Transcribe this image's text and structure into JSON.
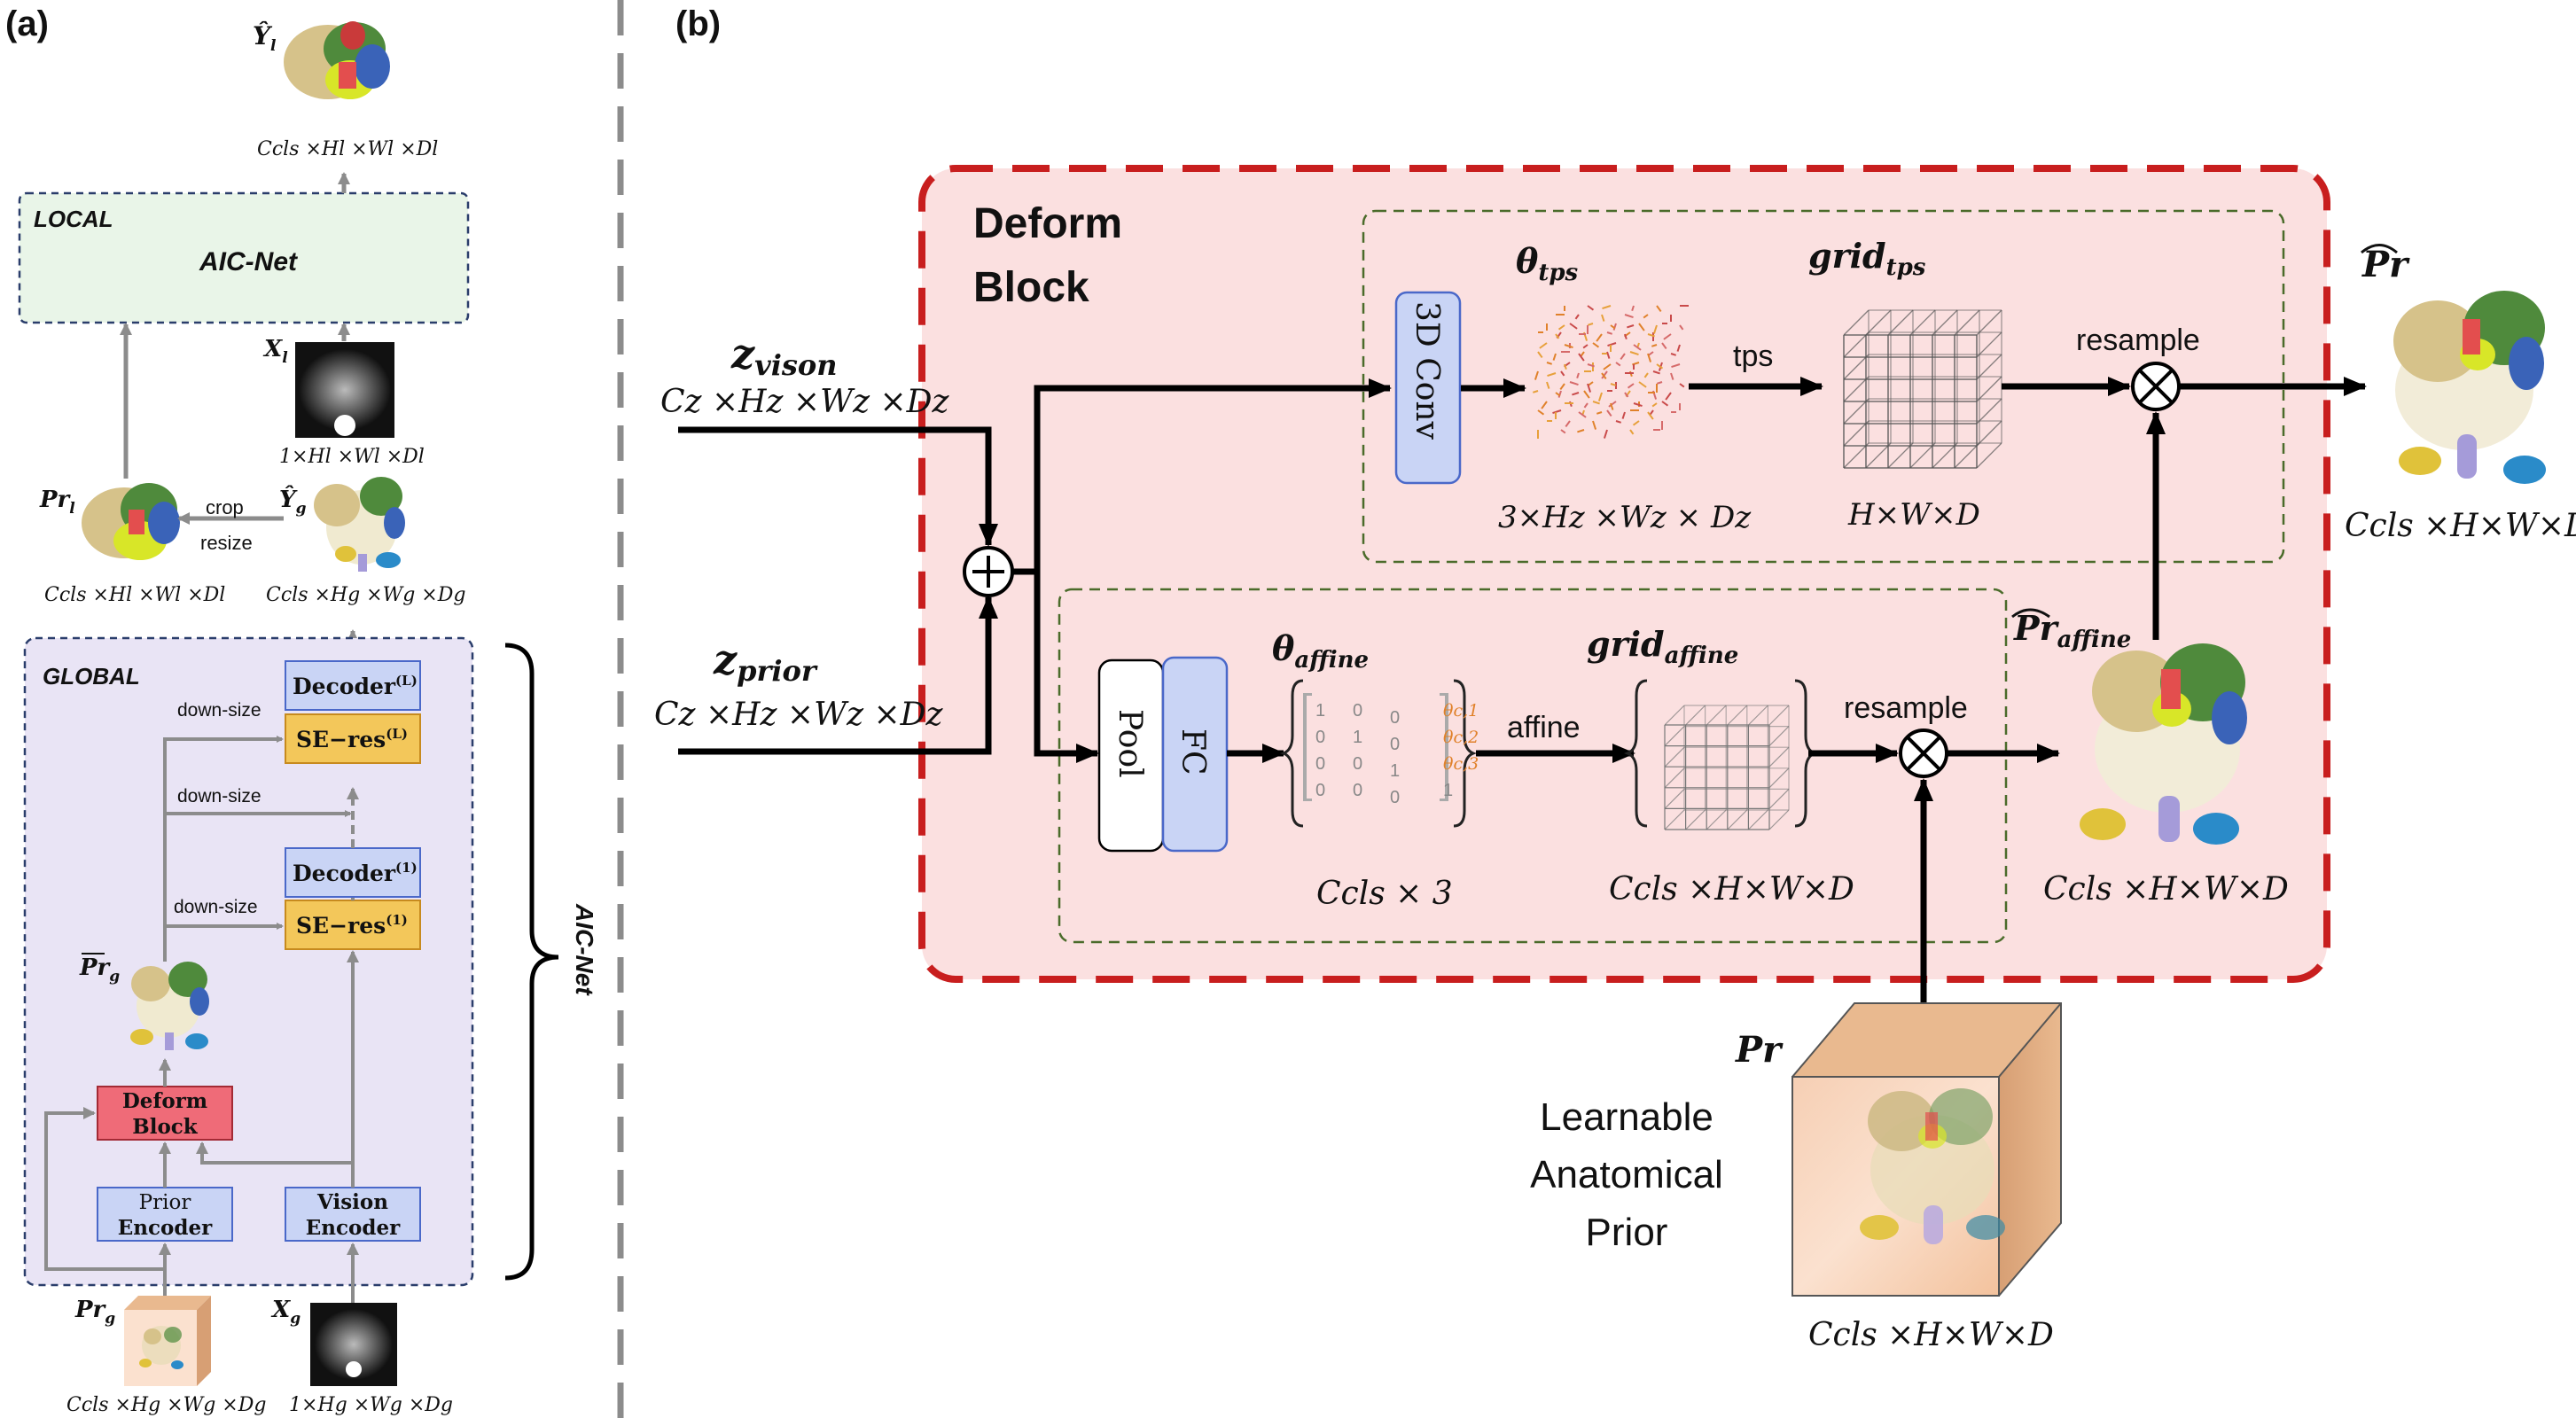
{
  "panel_a": {
    "label": "(a)",
    "y_hat_l": "Ŷ",
    "y_hat_l_sub": "l",
    "y_hat_l_dims": "Ccls ×Hl ×Wl ×Dl",
    "local_label": "LOCAL",
    "local_net": "AIC-Net",
    "x_l": "X",
    "x_l_sub": "l",
    "x_l_dims": "1×Hl ×Wl ×Dl",
    "pr_l": "Pr",
    "pr_l_sub": "l",
    "pr_l_dims": "Ccls ×Hl ×Wl ×Dl",
    "crop": "crop",
    "resize": "resize",
    "y_hat_g": "Ŷ",
    "y_hat_g_sub": "g",
    "y_hat_g_dims": "Ccls ×Hg ×Wg ×Dg",
    "global_label": "GLOBAL",
    "decoder_l": "Decoder",
    "decoder_l_sup": "(L)",
    "se_res_l": "SE−res",
    "se_res_l_sup": "(L)",
    "decoder_1": "Decoder",
    "decoder_1_sup": "(1)",
    "se_res_1": "SE−res",
    "se_res_1_sup": "(1)",
    "down_size_1": "down-size",
    "down_size_2": "down-size",
    "down_size_3": "down-size",
    "pr_hat_g": "Pr",
    "pr_hat_g_sub": "g",
    "deform_line1": "Deform",
    "deform_line2": "Block",
    "prior_line1": "Prior",
    "prior_line2": "Encoder",
    "vision_line1": "Vision",
    "vision_line2": "Encoder",
    "aic_net_side": "AIC-Net",
    "pr_g": "Pr",
    "pr_g_sub": "g",
    "pr_g_dims": "Ccls ×Hg ×Wg ×Dg",
    "x_g": "X",
    "x_g_sub": "g",
    "x_g_dims": "1×Hg ×Wg ×Dg"
  },
  "panel_b": {
    "label": "(b)",
    "block_line1": "Deform",
    "block_line2": "Block",
    "z_vison": "z",
    "z_vison_sub": "vison",
    "z_vison_dims": "Cz ×Hz ×Wz ×Dz",
    "z_prior": "z",
    "z_prior_sub": "prior",
    "z_prior_dims": "Cz ×Hz ×Wz ×Dz",
    "conv3d": "3D Conv",
    "theta_tps": "θ",
    "theta_tps_sub": "tps",
    "theta_tps_dims": "3×Hz ×Wz × Dz",
    "tps": "tps",
    "grid_tps": "grid",
    "grid_tps_sub": "tps",
    "grid_tps_dims": "H×W×D",
    "resample_top": "resample",
    "pr_hat_out": "Pr",
    "pr_hat_out_dims": "Ccls ×H×W×D",
    "pool": "Pool",
    "fc": "FC",
    "theta_affine": "θ",
    "theta_affine_sub": "affine",
    "matrix_rows": [
      [
        "1",
        "0",
        "0",
        "θc,1"
      ],
      [
        "0",
        "1",
        "0",
        "θc,2"
      ],
      [
        "0",
        "0",
        "1",
        "θc,3"
      ],
      [
        "0",
        "0",
        "0",
        "1"
      ]
    ],
    "theta_affine_dims": "Ccls × 3",
    "affine": "affine",
    "grid_affine": "grid",
    "grid_affine_sub": "affine",
    "grid_affine_dims": "Ccls ×H×W×D",
    "resample_bottom": "resample",
    "pr_hat_affine": "Pr",
    "pr_hat_affine_sub": "affine",
    "pr_hat_affine_dims": "Ccls ×H×W×D",
    "pr": "Pr",
    "learnable_line1": "Learnable",
    "learnable_line2": "Anatomical",
    "learnable_line3": "Prior",
    "pr_dims": "Ccls ×H×W×D"
  },
  "colors": {
    "local_fill": "#e9f5e8",
    "global_fill": "#e9e4f5",
    "deform_fill": "#fbe0e0",
    "deform_border": "#c81e1e",
    "decoder_fill": "#c9d4f5",
    "se_fill": "#f3c75a",
    "deform_block_fill": "#ef6b78",
    "encoder_fill": "#c9d4f5",
    "fc_fill": "#c9d4f5",
    "arrow_gray": "#8c8c8c",
    "orange": "#e0812a"
  }
}
